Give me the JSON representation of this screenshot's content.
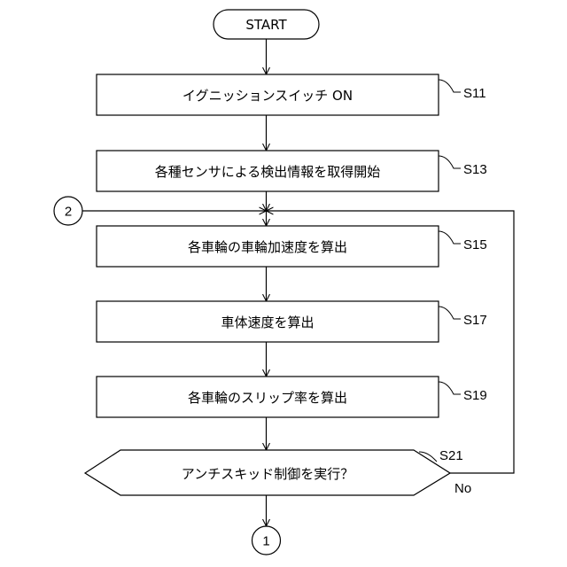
{
  "start": {
    "label": "START"
  },
  "steps": [
    {
      "id": "S11",
      "label": "イグニッションスイッチ ON"
    },
    {
      "id": "S13",
      "label": "各種センサによる検出情報を取得開始"
    },
    {
      "id": "S15",
      "label": "各車輪の車輪加速度を算出"
    },
    {
      "id": "S17",
      "label": "車体速度を算出"
    },
    {
      "id": "S19",
      "label": "各車輪のスリップ率を算出"
    }
  ],
  "decision": {
    "id": "S21",
    "label": "アンチスキッド制御を実行？",
    "no_label": "No"
  },
  "connectors": {
    "loop_in": "2",
    "exit": "1"
  },
  "colors": {
    "line": "#000000",
    "fill": "#ffffff"
  }
}
